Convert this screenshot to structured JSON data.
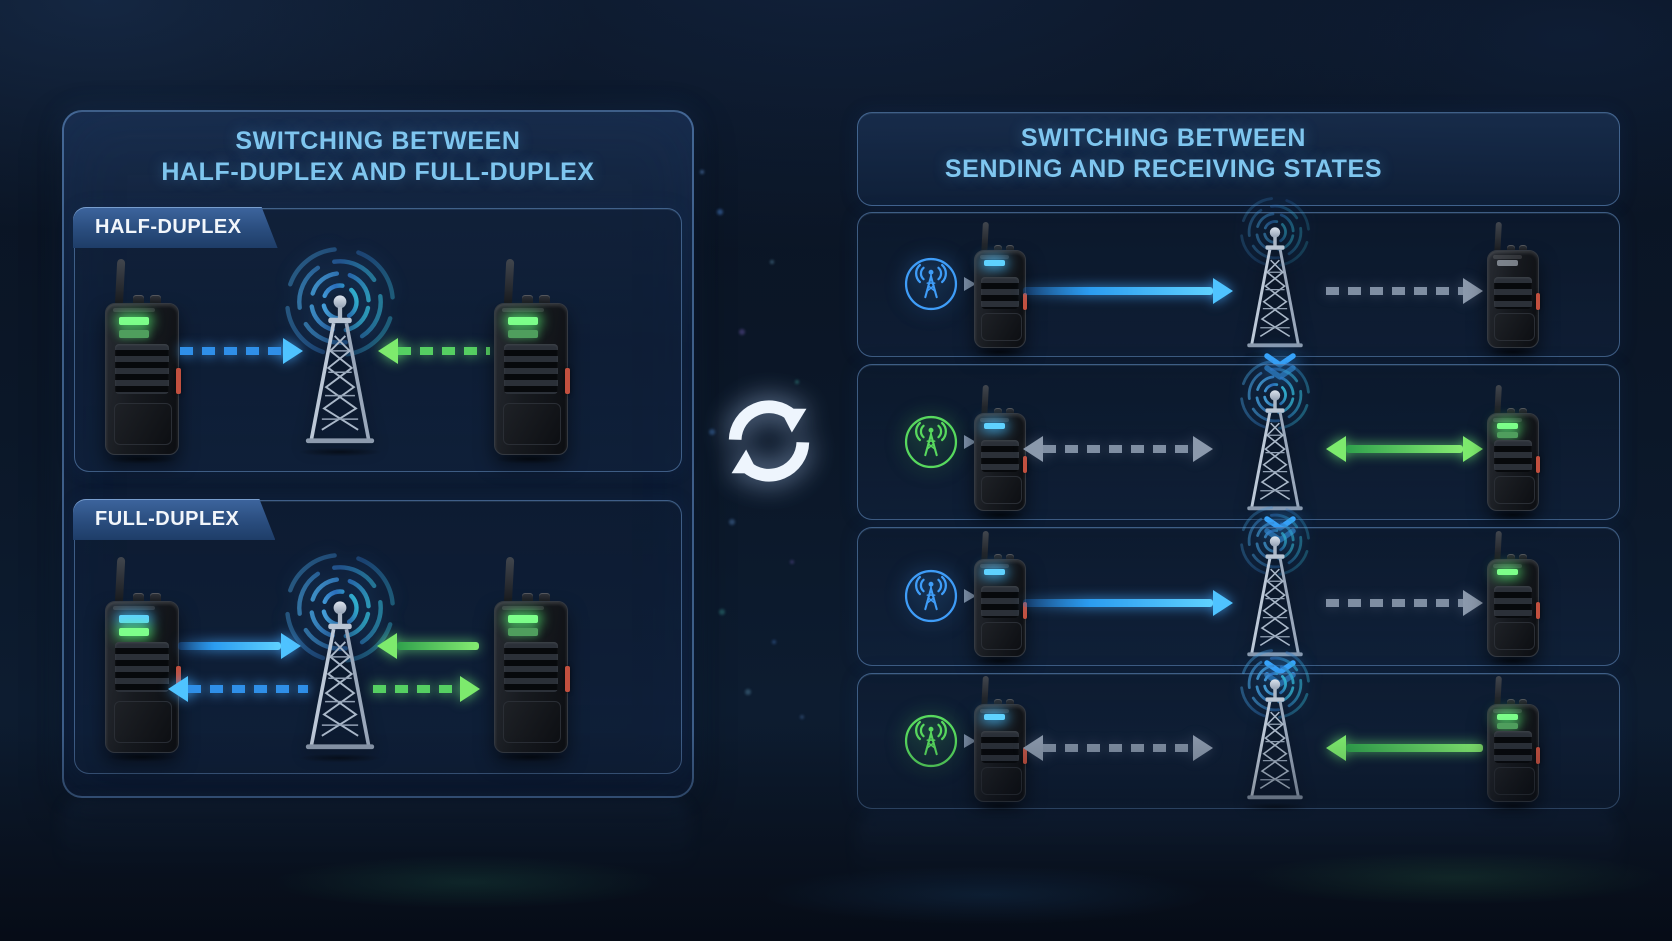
{
  "left_panel": {
    "title_line1": "SWITCHING BETWEEN",
    "title_line2": "HALF-DUPLEX AND FULL-DUPLEX",
    "sections": [
      {
        "label": "HALF-DUPLEX",
        "elements": [
          "walkie-talkie-left",
          "dashed-blue-arrow-to-tower",
          "radio-tower-with-signal-waves",
          "dashed-green-arrow-to-tower",
          "walkie-talkie-right"
        ]
      },
      {
        "label": "FULL-DUPLEX",
        "elements": [
          "walkie-talkie-left",
          "solid-blue-arrow-to-tower",
          "solid-green-arrow-to-tower",
          "radio-tower-with-signal-waves",
          "dashed-blue-arrow-from-tower",
          "dashed-green-arrow-from-tower",
          "walkie-talkie-right"
        ]
      }
    ]
  },
  "center": {
    "icon": "sync-circular-arrows-icon"
  },
  "right_panel": {
    "title_line1": "SWITCHING BETWEEN",
    "title_line2": "SENDING AND RECEIVING STATES",
    "row_separator_icon": "double-chevron-down-icon",
    "rows": [
      {
        "state": "sending",
        "state_icon": "broadcast-tower-icon-blue",
        "flow": [
          "walkie-talkie-sender",
          "solid-blue-arrow-to-tower",
          "radio-tower",
          "dashed-gray-arrow-to-receiver",
          "walkie-talkie-receiver"
        ]
      },
      {
        "state": "receiving",
        "state_icon": "broadcast-tower-icon-green",
        "flow": [
          "walkie-talkie-receiver",
          "dashed-gray-double-arrow",
          "radio-tower",
          "solid-green-double-arrow-from-sender",
          "walkie-talkie-sender"
        ]
      },
      {
        "state": "sending",
        "state_icon": "broadcast-tower-icon-blue",
        "flow": [
          "walkie-talkie-sender",
          "solid-blue-arrow-to-tower",
          "radio-tower",
          "dashed-gray-arrow-to-receiver",
          "walkie-talkie-receiver"
        ]
      },
      {
        "state": "receiving",
        "state_icon": "broadcast-tower-icon-green",
        "flow": [
          "walkie-talkie-receiver",
          "dashed-gray-double-arrow",
          "radio-tower",
          "solid-green-arrow-from-sender",
          "walkie-talkie-sender"
        ]
      }
    ]
  },
  "colors": {
    "background": "#0b1626",
    "panel_border": "#6898d2",
    "title_text": "#7fc6ef",
    "tab_text": "#f2f6fb",
    "arrow_blue": "#3aa9f7",
    "arrow_green": "#63e06a",
    "arrow_gray": "#8593a6",
    "icon_blue": "#3f9df8",
    "icon_green": "#58d95e",
    "chevron_blue": "#39a8ff",
    "refresh_white": "#eef5fd",
    "led_green": "#7dff8a",
    "led_blue": "#5fd2ff",
    "tower_gray": "#b9c5d4"
  }
}
